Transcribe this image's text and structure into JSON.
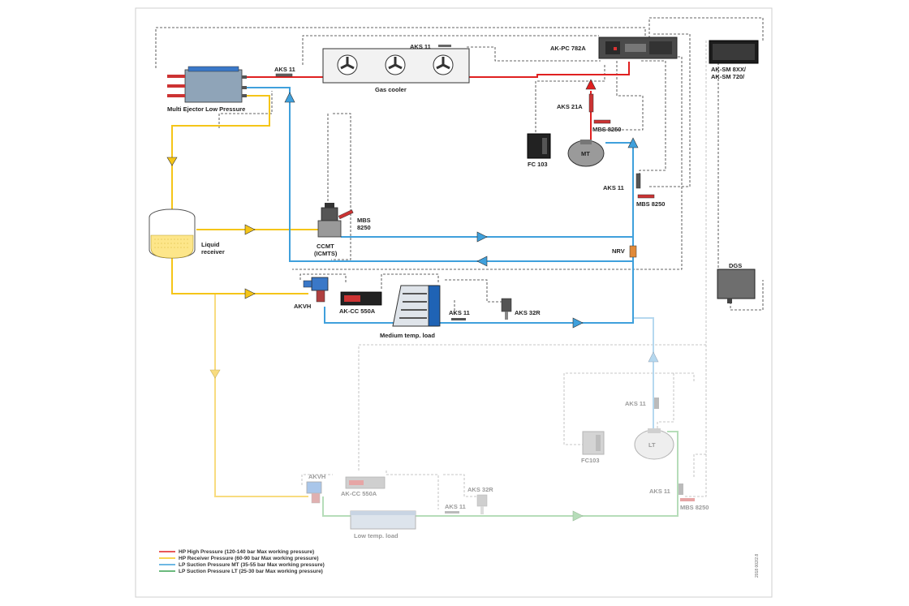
{
  "labels": {
    "multi_ejector": "Multi Ejector Low Pressure",
    "aks11_ejector": "AKS 11",
    "gas_cooler": "Gas cooler",
    "aks11_gascooler": "AKS 11",
    "akpc": "AK-PC 782A",
    "aksm": "AK-SM 8XX/",
    "aksm2": "AK-SM 720/",
    "aks21a": "AKS 21A",
    "mbs8250_top": "MBS 8250",
    "fc103_top": "FC 103",
    "mt": "MT",
    "aks11_mt": "AKS 11",
    "mbs8250_mt": "MBS 8250",
    "liquid_receiver_1": "Liquid",
    "liquid_receiver_2": "receiver",
    "mbs8250_ccmt_1": "MBS",
    "mbs8250_ccmt_2": "8250",
    "ccmt_1": "CCMT",
    "ccmt_2": "(ICMTS)",
    "nrv": "NRV",
    "dgs": "DGS",
    "akvh": "AKVH",
    "akcc550a": "AK-CC 550A",
    "aks11_medium": "AKS 11",
    "aks32r": "AKS 32R",
    "medium_load": "Medium temp. load",
    "aks11_lt": "AKS 11",
    "lt": "LT",
    "fc103_lt": "FC103",
    "akvh_lt": "AKVH",
    "akcc550a_lt": "AK-CC 550A",
    "aks32r_lt": "AKS 32R",
    "aks11_lowload": "AKS 11",
    "low_load": "Low temp. load",
    "aks11_lt2": "AKS 11",
    "mbs8250_lt": "MBS 8250",
    "ref_code": "2018\n002/2.8"
  },
  "legend": [
    {
      "label": "HP High Pressure (120-140 bar Max working pressure)",
      "color": "#e02020"
    },
    {
      "label": "HP Receiver Pressure (60-90 bar Max working pressure)",
      "color": "#f5c518"
    },
    {
      "label": "LP Suction Pressure MT (35-55 bar Max working pressure)",
      "color": "#3fa0dc"
    },
    {
      "label": "LP Suction Pressure LT (25-30 bar Max working pressure)",
      "color": "#3aa352"
    }
  ],
  "colors": {
    "hp": "#e02020",
    "receiver": "#f5c518",
    "mt": "#3fa0dc",
    "lt": "#3aa352",
    "receiver_faded": "#f8dc80",
    "mt_faded": "#b5d8ef",
    "lt_faded": "#b6ddb9"
  }
}
